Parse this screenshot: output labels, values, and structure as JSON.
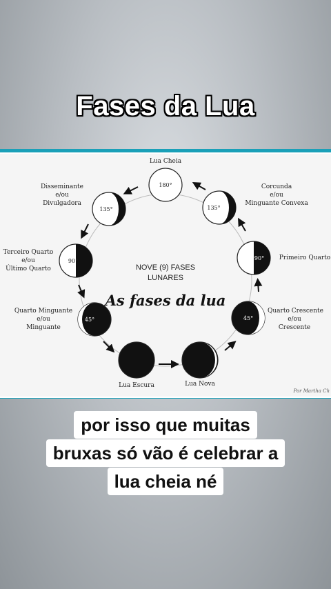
{
  "header": {
    "title": "Fases da Lua"
  },
  "diagram": {
    "center_line1": "NOVE (9) FASES",
    "center_line2": "LUNARES",
    "script_title": "As fases da lua",
    "signature": "Por Martha Ch",
    "phases": [
      {
        "key": "lua-cheia",
        "label": [
          "Lua Cheia"
        ],
        "angle": "180°"
      },
      {
        "key": "corcunda",
        "label": [
          "Corcunda",
          "e/ou",
          "Minguante Convexa"
        ],
        "angle": "135°"
      },
      {
        "key": "primeiro-quarto",
        "label": [
          "Primeiro Quarto"
        ],
        "angle": "90°"
      },
      {
        "key": "quarto-crescente",
        "label": [
          "Quarto Crescente",
          "e/ou",
          "Crescente"
        ],
        "angle": "45°"
      },
      {
        "key": "lua-nova",
        "label": [
          "Lua Nova"
        ],
        "angle": ""
      },
      {
        "key": "lua-escura",
        "label": [
          "Lua Escura"
        ],
        "angle": ""
      },
      {
        "key": "quarto-minguante",
        "label": [
          "Quarto Minguante",
          "e/ou",
          "Minguante"
        ],
        "angle": "45°"
      },
      {
        "key": "terceiro-quarto",
        "label": [
          "Terceiro Quarto",
          "e/ou",
          "Último Quarto"
        ],
        "angle": "90°"
      },
      {
        "key": "disseminante",
        "label": [
          "Disseminante",
          "e/ou",
          "Divulgadora"
        ],
        "angle": "135°"
      }
    ]
  },
  "caption": {
    "lines": [
      "por isso que muitas",
      "bruxas só vão é celebrar a",
      "lua cheia né"
    ]
  }
}
